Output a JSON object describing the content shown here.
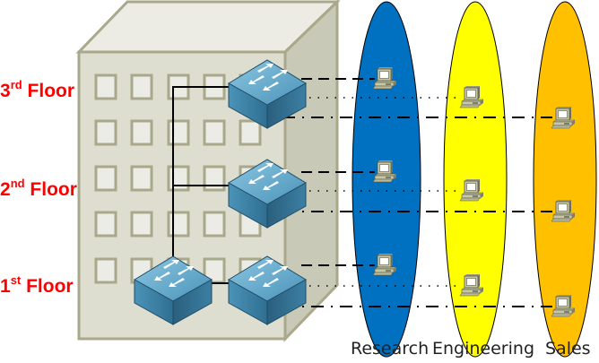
{
  "floors": [
    {
      "number": "3",
      "suffix": "rd",
      "word": "Floor"
    },
    {
      "number": "2",
      "suffix": "nd",
      "word": "Floor"
    },
    {
      "number": "1",
      "suffix": "st",
      "word": "Floor"
    }
  ],
  "vlans": [
    {
      "name": "Research",
      "color": "#0070c0",
      "line_style": "dashed"
    },
    {
      "name": "Engineering",
      "color": "#ffff00",
      "line_style": "dotted"
    },
    {
      "name": "Sales",
      "color": "#ffc000",
      "line_style": "dash-dot"
    }
  ],
  "colors": {
    "floor_label": "#ff0000",
    "building_front": "#ddddd0",
    "building_top": "#ececE4",
    "building_side": "#c9c9b8",
    "building_edge": "#a9a88a",
    "switch_top": "#6aaed0",
    "switch_front": "#2f6f91"
  }
}
